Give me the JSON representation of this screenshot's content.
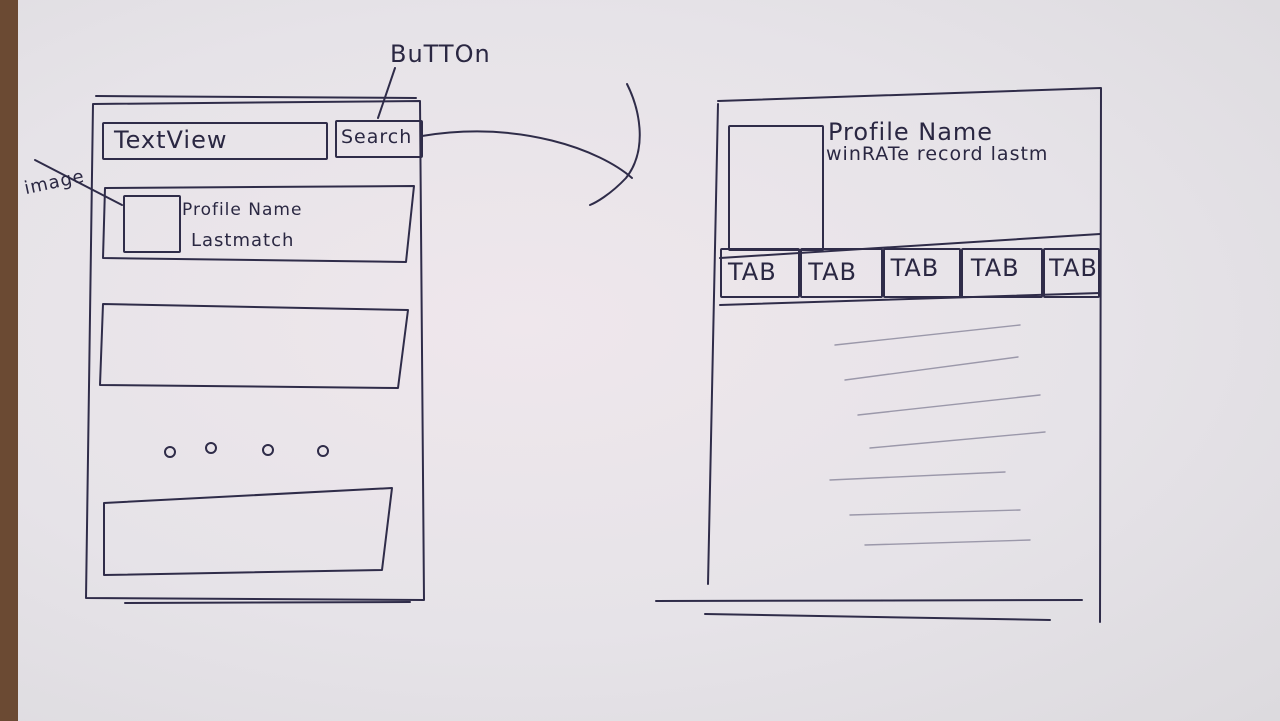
{
  "annotations": {
    "button_label": "BuTTOn",
    "image_label": "image"
  },
  "screen_list": {
    "textview": "TextView",
    "search_button": "Search",
    "profile_name": "Profile Name",
    "last_match": "Lastmatch",
    "pager_dots": 4
  },
  "screen_profile": {
    "profile_name": "Profile Name",
    "stats_line": "winRATe record lastm",
    "tabs": [
      "TAB",
      "TAB",
      "TAB",
      "TAB",
      "TAB"
    ]
  }
}
